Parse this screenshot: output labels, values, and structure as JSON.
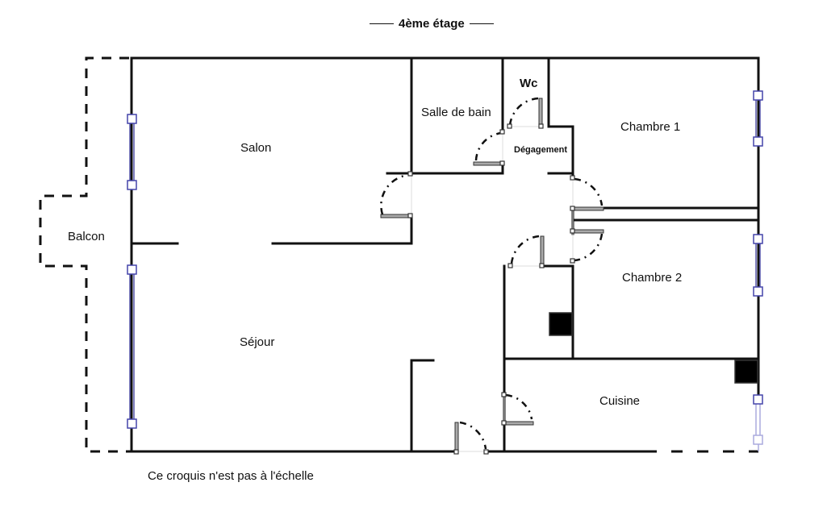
{
  "title": "4ème étage",
  "note": "Ce croquis n'est pas à l'échelle",
  "rooms": {
    "balcon": "Balcon",
    "salon": "Salon",
    "sejour": "Séjour",
    "salle_de_bain": "Salle de bain",
    "wc": "Wc",
    "degagement": "Dégagement",
    "chambre1": "Chambre 1",
    "chambre2": "Chambre 2",
    "cuisine": "Cuisine"
  },
  "colors": {
    "wall": "#111111",
    "window": "#4444aa",
    "door_leaf": "#aaaaaa",
    "duct": "#000000"
  }
}
